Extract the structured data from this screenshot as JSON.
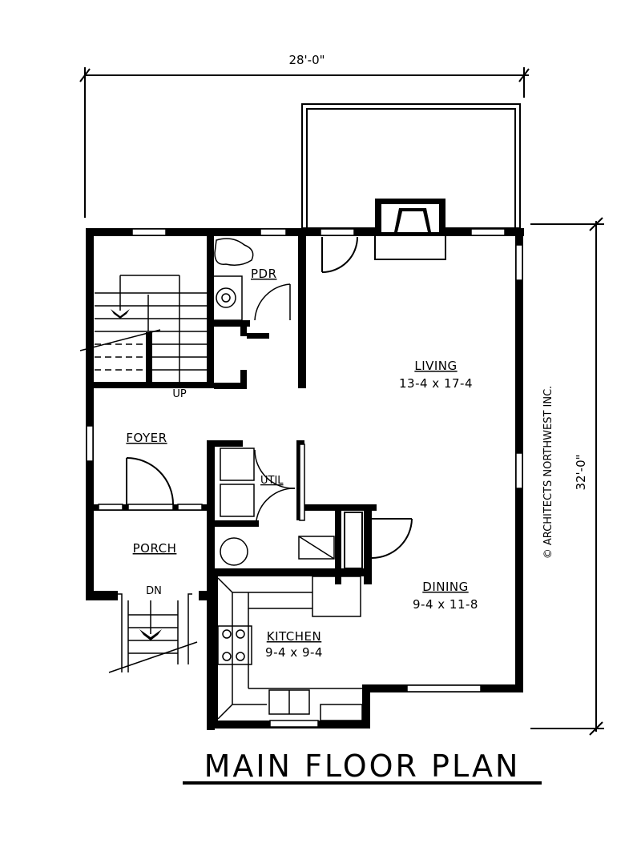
{
  "title": "MAIN FLOOR PLAN",
  "dimensions": {
    "width": "28'-0\"",
    "depth": "32'-0\""
  },
  "copyright": "© ARCHITECTS NORTHWEST INC.",
  "rooms": [
    {
      "name": "LIVING",
      "size": "13-4 x 17-4"
    },
    {
      "name": "DINING",
      "size": "9-4 x 11-8"
    },
    {
      "name": "KITCHEN",
      "size": "9-4 x 9-4"
    },
    {
      "name": "FOYER",
      "size": ""
    },
    {
      "name": "PORCH",
      "size": ""
    },
    {
      "name": "PDR",
      "size": ""
    },
    {
      "name": "UTIL",
      "size": ""
    }
  ],
  "stairs": {
    "up_label": "UP",
    "down_label": "DN"
  },
  "colors": {
    "ink": "#000000",
    "paper": "#ffffff"
  }
}
